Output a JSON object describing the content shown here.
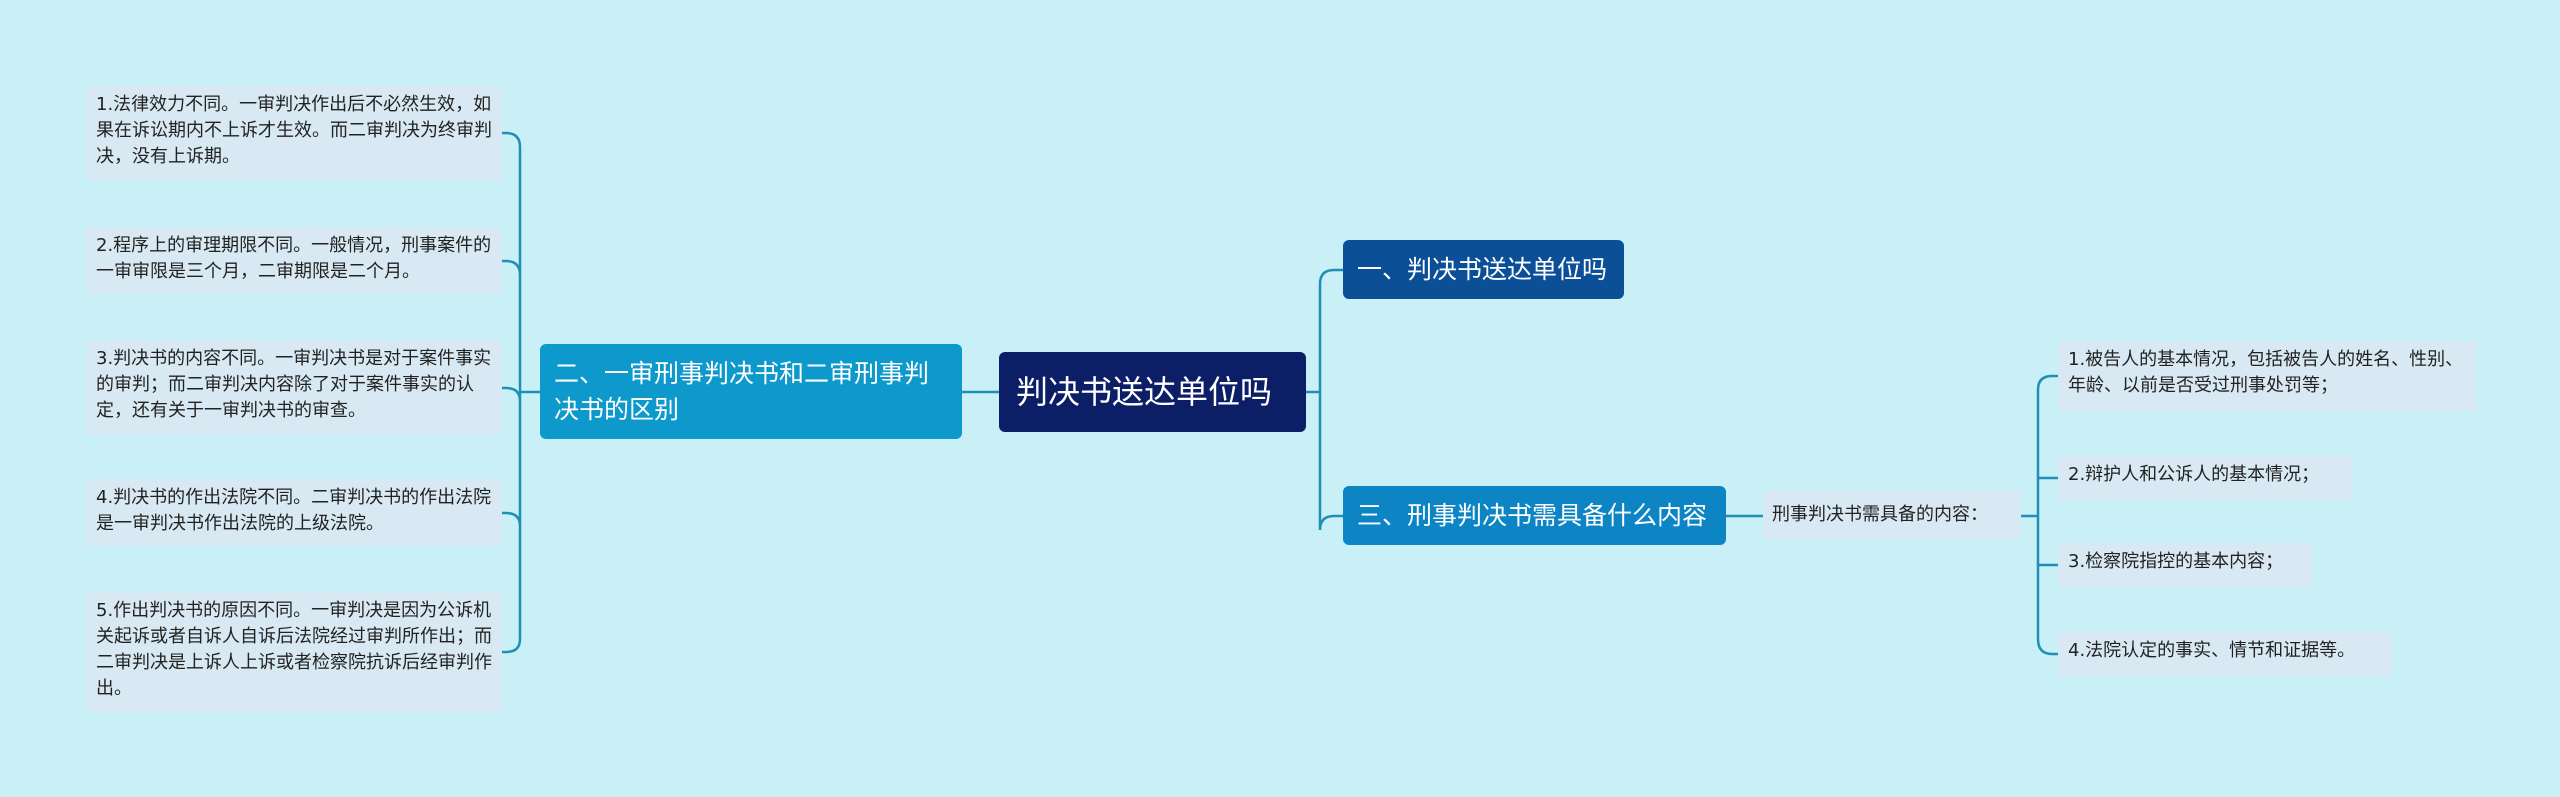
{
  "root": {
    "label": "判决书送达单位吗"
  },
  "branches": [
    {
      "label": "一、判决书送达单位吗"
    },
    {
      "label": "二、一审刑事判决书和二审刑事判决书的区别"
    },
    {
      "label": "三、刑事判决书需具备什么内容"
    }
  ],
  "left_leaves": [
    {
      "label": "1.法律效力不同。一审判决作出后不必然生效，如果在诉讼期内不上诉才生效。而二审判决为终审判决，没有上诉期。"
    },
    {
      "label": "2.程序上的审理期限不同。一般情况，刑事案件的一审审限是三个月，二审期限是二个月。"
    },
    {
      "label": "3.判决书的内容不同。一审判决书是对于案件事实的审判；而二审判决内容除了对于案件事实的认定，还有关于一审判决书的审查。"
    },
    {
      "label": "4.判决书的作出法院不同。二审判决书的作出法院是一审判决书作出法院的上级法院。"
    },
    {
      "label": "5.作出判决书的原因不同。一审判决是因为公诉机关起诉或者自诉人自诉后法院经过审判所作出；而二审判决是上诉人上诉或者检察院抗诉后经审判作出。"
    }
  ],
  "mid": {
    "label": "刑事判决书需具备的内容："
  },
  "right_leaves": [
    {
      "label": "1.被告人的基本情况，包括被告人的姓名、性别、年龄、以前是否受过刑事处罚等；"
    },
    {
      "label": "2.辩护人和公诉人的基本情况；"
    },
    {
      "label": "3.检察院指控的基本内容；"
    },
    {
      "label": "4.法院认定的事实、情节和证据等。"
    }
  ],
  "colors": {
    "background": "#c9eff7",
    "root": "#0b1e66",
    "branch_1": "#0b4f97",
    "branch_2": "#0d99cc",
    "branch_3": "#0d85c4",
    "leaf": "#d8e9f3",
    "connector": "#1f8fb5"
  }
}
